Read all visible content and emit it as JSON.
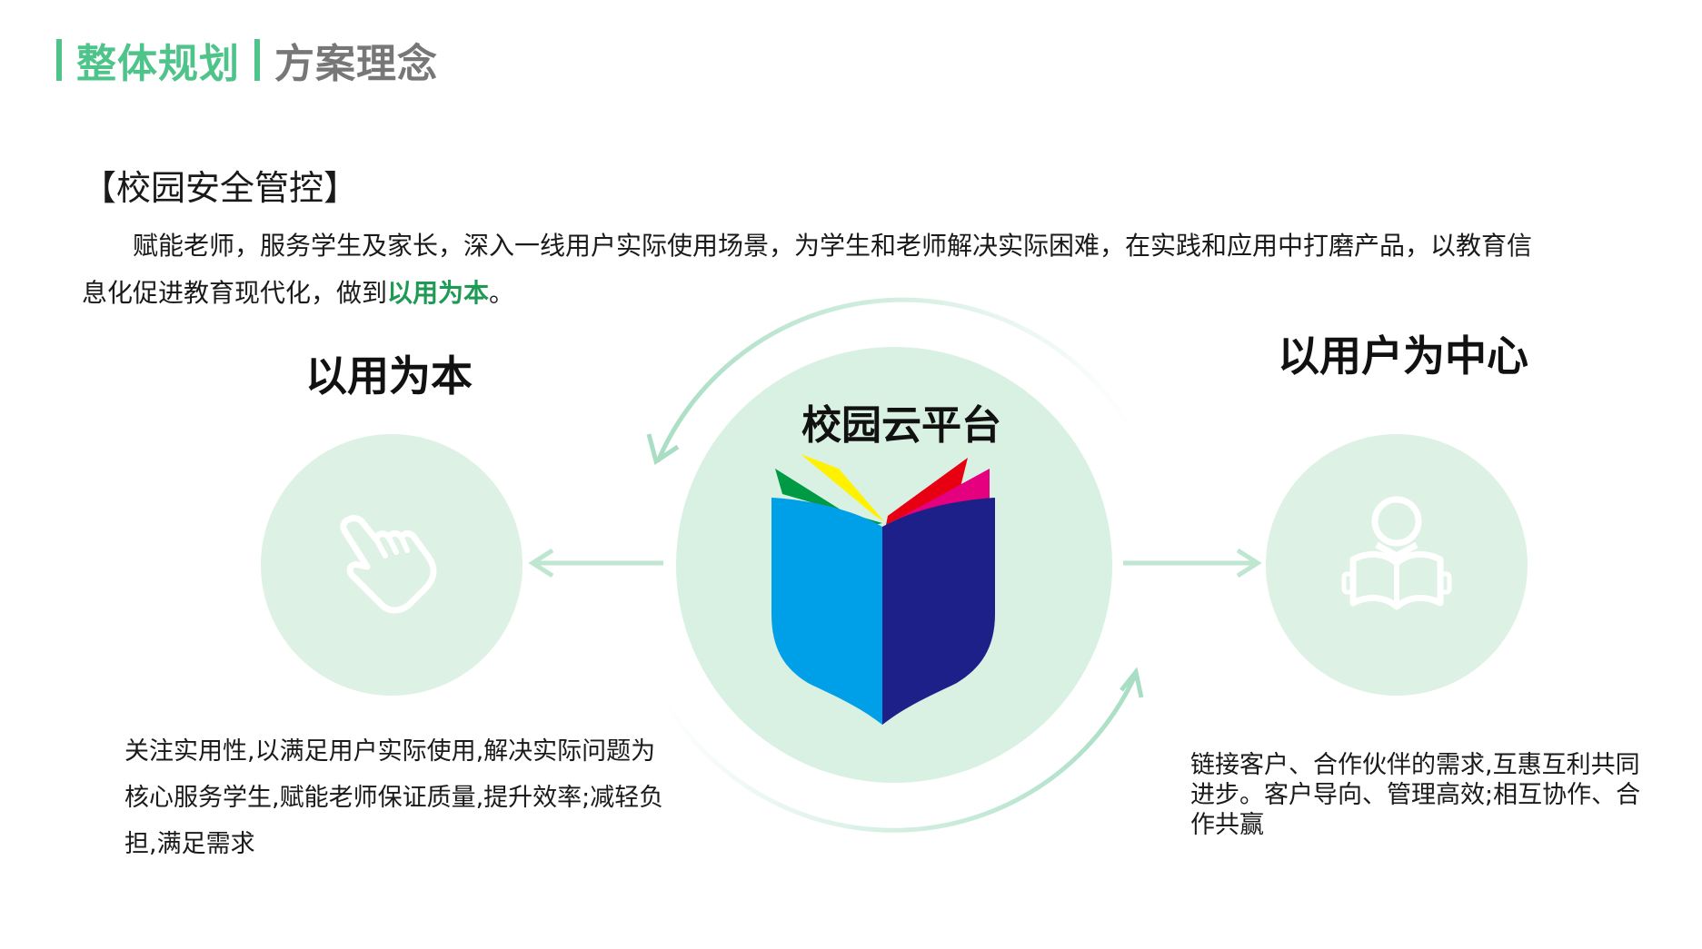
{
  "header": {
    "title_primary": "整体规划",
    "title_secondary": "方案理念",
    "accent": "#4fc48a"
  },
  "section": {
    "title": "【校园安全管控】",
    "intro_text": "赋能老师，服务学生及家长，深入一线用户实际使用场景，为学生和老师解决实际困难，在实践和应用中打磨产品，以教育信息化促进教育现代化，做到",
    "intro_highlight": "以用为本",
    "intro_end": "。",
    "highlight_color": "#1f9a55"
  },
  "left": {
    "label": "以用为本",
    "icon": "pointing-hand-icon",
    "description": "关注实用性,以满足用户实际使用,解决实际问题为核心服务学生,赋能老师保证质量,提升效率;减轻负担,满足需求"
  },
  "center": {
    "label": "校园云平台",
    "icon": "open-book-logo-icon"
  },
  "right": {
    "label": "以用户为中心",
    "icon": "reader-person-icon",
    "description": "链接客户、合作伙伴的需求,互惠互利共同进步。客户导向、管理高效;相互协作、合作共赢"
  }
}
